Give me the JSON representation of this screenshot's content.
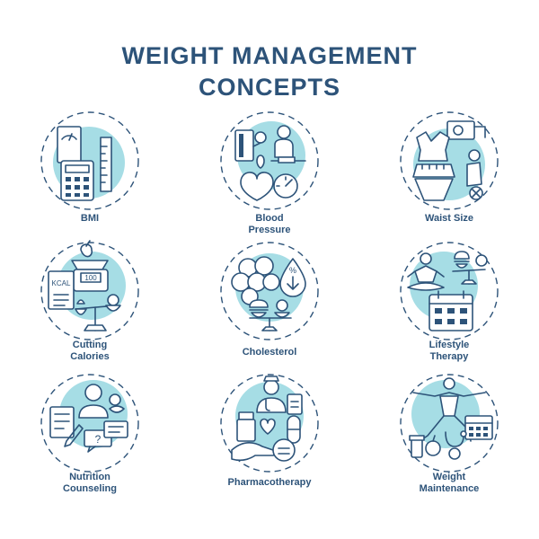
{
  "title": {
    "line1": "WEIGHT MANAGEMENT",
    "line2": "CONCEPTS"
  },
  "colors": {
    "primary": "#2d5379",
    "accent": "#a6dde5",
    "background": "#ffffff"
  },
  "concepts": [
    {
      "lines": [
        "BMI"
      ],
      "icon": "scale-calculator-ruler-icon"
    },
    {
      "lines": [
        "Blood",
        "Pressure"
      ],
      "icon": "blood-pressure-monitor-icon"
    },
    {
      "lines": [
        "Waist Size"
      ],
      "icon": "waist-tape-measure-icon"
    },
    {
      "lines": [
        "Cutting",
        "Calories"
      ],
      "icon": "kcal-scale-icon",
      "icon_text": {
        "kcal": "KCAL",
        "scale": "100"
      }
    },
    {
      "lines": [
        "Cholesterol"
      ],
      "icon": "cholesterol-drop-icon"
    },
    {
      "lines": [
        "Lifestyle",
        "Therapy"
      ],
      "icon": "yoga-calendar-icon"
    },
    {
      "lines": [
        "Nutrition",
        "Counseling"
      ],
      "icon": "nutritionist-chat-icon"
    },
    {
      "lines": [
        "Pharmacotherapy"
      ],
      "icon": "doctor-pills-icon"
    },
    {
      "lines": [
        "Weight",
        "Maintenance"
      ],
      "icon": "exercise-schedule-icon"
    }
  ]
}
